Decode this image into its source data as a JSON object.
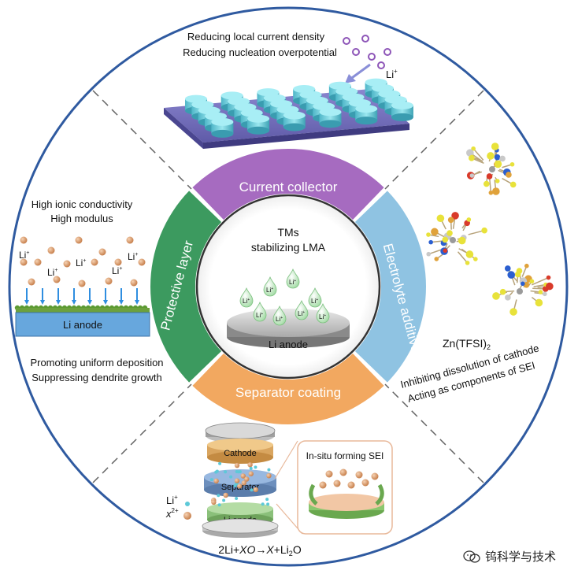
{
  "top": {
    "line1": "Reducing local current density",
    "line2": "Reducing nucleation overpotential",
    "li_ion": "Li",
    "li_sup": "+"
  },
  "left": {
    "line1": "High ionic conductivity",
    "line2": "High modulus",
    "li_ion": "Li",
    "li_sup": "+",
    "anode_label": "Li anode",
    "bottom1": "Promoting uniform deposition",
    "bottom2": "Suppressing dendrite growth"
  },
  "center": {
    "line1": "TMs",
    "line2": "stabilizing LMA",
    "li_ion": "Li",
    "li_sup": "+",
    "anode_label": "Li anode"
  },
  "ring": {
    "top": "Current collector",
    "left": "Protective layer",
    "right": "Electrolyte additive",
    "bottom": "Separator coating"
  },
  "right": {
    "compound": "Zn(TFSI)",
    "compound_sub": "2",
    "line1": "Inhibiting dissolution of cathode",
    "line2": "Acting as components of SEI"
  },
  "bottom": {
    "cathode": "Cathode",
    "separator": "Separator",
    "anode": "Li anode",
    "sei": "In-situ forming SEI",
    "legend_li": "Li",
    "legend_li_sup": "+",
    "legend_x": "x",
    "legend_x_sup": "2+",
    "eq_a": "2Li+",
    "eq_b": "XO",
    "eq_c": "→",
    "eq_d": "X",
    "eq_e": "+Li",
    "eq_f": "2",
    "eq_g": "O"
  },
  "watermark": "钨科学与技术",
  "colors": {
    "ring_top": "#a66bc0",
    "ring_left": "#3c9a5f",
    "ring_right": "#8fc3e2",
    "ring_bottom": "#f2a860",
    "outer_ring": "#2f5aa0",
    "li_ball": "#d99a6c",
    "cyan": "#5dc9d8"
  }
}
